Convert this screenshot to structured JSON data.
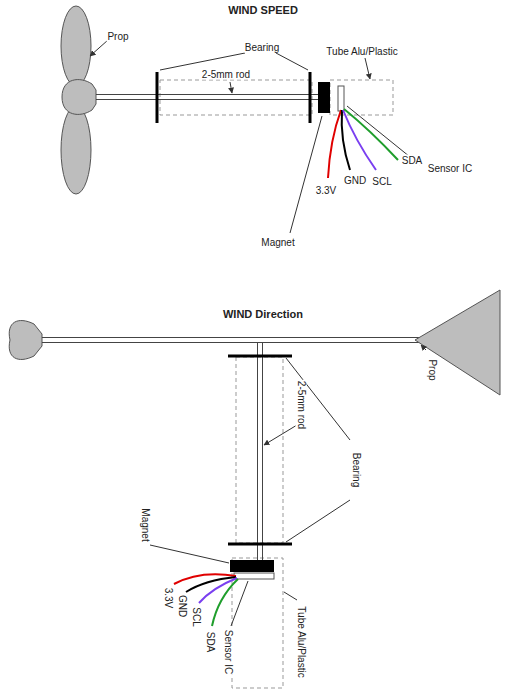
{
  "diagram": {
    "title": "WIND SPEED",
    "labels": [
      "Prop",
      "Bearing",
      "2-5mm rod",
      "Tube Alu/Plastic",
      "Sensor IC",
      "SDA",
      "GND",
      "SCL",
      "3.3V",
      "Magnet",
      "WIND Direction",
      "Prop",
      "2-5mm rod",
      "Bearing",
      "Magnet",
      "3.3V",
      "GND",
      "SCL",
      "SDA",
      "Sensor IC",
      "Tube Alu/Plastic"
    ]
  }
}
